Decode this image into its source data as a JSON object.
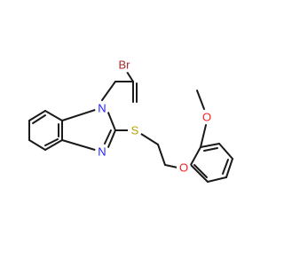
{
  "colors": {
    "bond": "#1a1a1a",
    "carbon": "#1a1a1a",
    "nitrogen": "#2020ff",
    "oxygen": "#ff2020",
    "sulfur": "#b8a400",
    "bromine": "#a52a2a"
  },
  "labels": {
    "bromine": "Br",
    "n1": "N",
    "n3": "N",
    "sulfur": "S",
    "ether_o": "O",
    "methoxy_o": "O"
  }
}
